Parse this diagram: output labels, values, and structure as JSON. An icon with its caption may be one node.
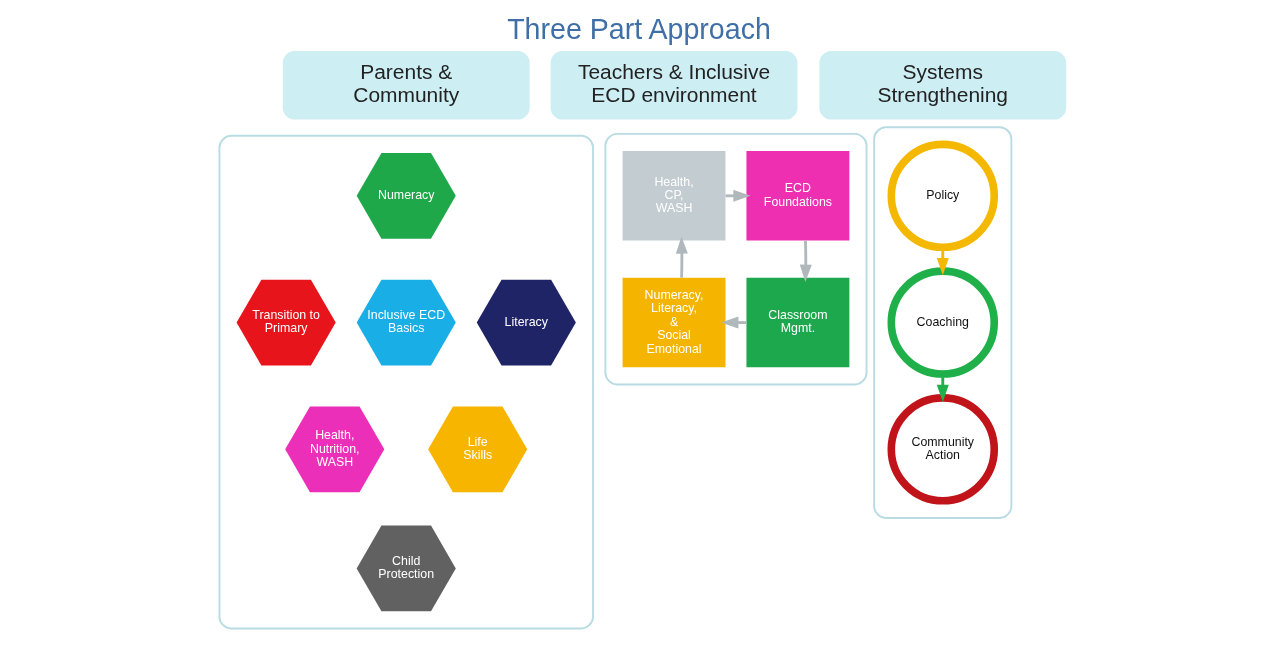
{
  "diagram": {
    "title": "Three Part Approach",
    "nodes": [
      {
        "text": [
          "Parents & Community"
        ]
      },
      {
        "text": [],
        "shape": "box"
      },
      {
        "text": [
          "Numeracy"
        ],
        "in": 1
      },
      {
        "text": [
          "Transition to Primary"
        ],
        "in": 1
      },
      {
        "text": [
          "Literacy"
        ],
        "in": 1
      },
      {
        "text": [
          "Inclusive ECD Basics"
        ],
        "in": 1
      },
      {
        "text": [
          "Health, Nutrition, WASH"
        ],
        "in": 1
      },
      {
        "text": [
          "Life Skills"
        ],
        "in": 1
      },
      {
        "text": [
          "Child Protection"
        ],
        "in": 1
      },
      {
        "text": [
          "Teachers & Inclusive ECD environment"
        ]
      },
      {
        "text": [],
        "shape": "box"
      },
      {
        "text": [
          "Health, CP, WASH"
        ],
        "in": 10
      },
      {
        "text": [
          "ECD Foundations"
        ],
        "in": 10
      },
      {
        "text": [
          "Numeracy, Literacy, & Social Emotional"
        ],
        "in": 10
      },
      {
        "text": [
          "Classroom Mgmt."
        ],
        "in": 10
      },
      {
        "text": [
          "Systems Strengthening"
        ]
      },
      {
        "text": [],
        "shape": "box"
      },
      {
        "text": [
          "Policy"
        ],
        "in": 16
      },
      {
        "text": [
          "Coaching"
        ],
        "in": 16
      },
      {
        "text": [
          "Community Action"
        ],
        "in": 16
      }
    ],
    "edges": [
      {
        "from": 11,
        "to": 12,
        "arrow": "to"
      },
      {
        "from": 12,
        "to": 14,
        "arrow": "to"
      },
      {
        "from": 14,
        "to": 13,
        "arrow": "to"
      },
      {
        "from": 13,
        "to": 11,
        "arrow": "to"
      },
      {
        "from": 17,
        "to": 18,
        "arrow": "to",
        "color": "#f5b800"
      },
      {
        "from": 18,
        "to": 19,
        "arrow": "to",
        "color": "#1fb04a"
      }
    ]
  }
}
